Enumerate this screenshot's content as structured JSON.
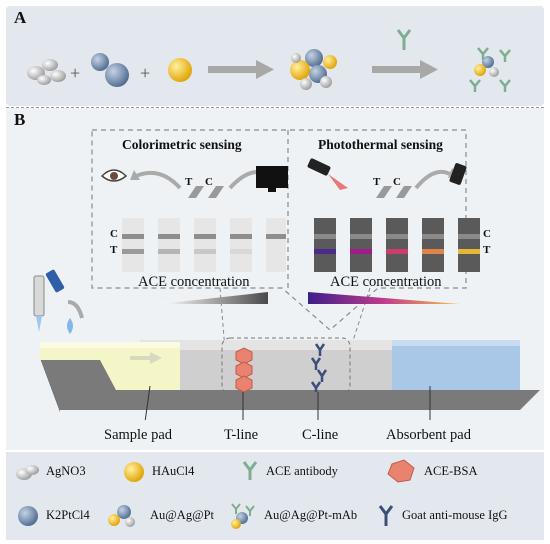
{
  "panels": {
    "a_label": "A",
    "b_label": "B"
  },
  "colorimetric": {
    "title": "Colorimetric sensing",
    "t_label": "T",
    "c_label": "C",
    "strip_c": "C",
    "strip_t": "T",
    "axis_label": "ACE concentration"
  },
  "photothermal": {
    "title": "Photothermal sensing",
    "t_label": "T",
    "c_label": "C",
    "strip_c": "C",
    "strip_t": "T",
    "axis_label": "ACE concentration",
    "line_colors": [
      "#4b2a8c",
      "#a11c8a",
      "#cc3d6e",
      "#e0844a",
      "#e6b83a"
    ]
  },
  "strip_labels": {
    "sample_pad": "Sample pad",
    "t_line": "T-line",
    "c_line": "C-line",
    "absorbent_pad": "Absorbent pad"
  },
  "legend": {
    "agno3": "AgNO3",
    "haucl4": "HAuCl4",
    "ace_antibody": "ACE antibody",
    "ace_bsa": "ACE-BSA",
    "k2ptcl4": "K2PtCl4",
    "au_ag_pt": "Au@Ag@Pt",
    "au_ag_pt_mab": "Au@Ag@Pt-mAb",
    "goat_igg": "Goat anti-mouse IgG"
  }
}
